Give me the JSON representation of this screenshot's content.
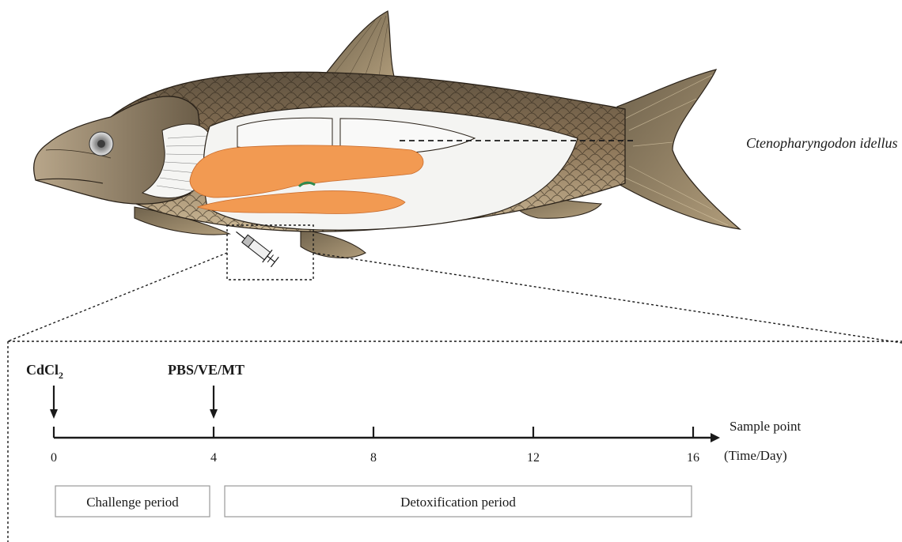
{
  "species": {
    "name": "Ctenopharyngodon idellus"
  },
  "markers": [
    {
      "label_main": "CdCl",
      "label_sub": "2",
      "day": 0
    },
    {
      "label_main": "PBS/VE/MT",
      "label_sub": "",
      "day": 4
    }
  ],
  "timeline": {
    "ticks": [
      {
        "day": 0,
        "label": "0"
      },
      {
        "day": 4,
        "label": "4"
      },
      {
        "day": 8,
        "label": "8"
      },
      {
        "day": 12,
        "label": "12"
      },
      {
        "day": 16,
        "label": "16"
      }
    ],
    "axis_label": "Sample point",
    "unit_label": "(Time/Day)"
  },
  "periods": [
    {
      "label": "Challenge period",
      "from_day": 0,
      "to_day": 4
    },
    {
      "label": "Detoxification period",
      "from_day": 4,
      "to_day": 16
    }
  ],
  "colors": {
    "body": "#8a7356",
    "body_light": "#b9a584",
    "head": "#6b5d48",
    "fin": "#8c7a60",
    "organ": "#f29a52",
    "cavity": "#f3f3f1",
    "line": "#1a1a1a"
  },
  "icons": [
    "fish-illustration",
    "syringe-icon"
  ]
}
